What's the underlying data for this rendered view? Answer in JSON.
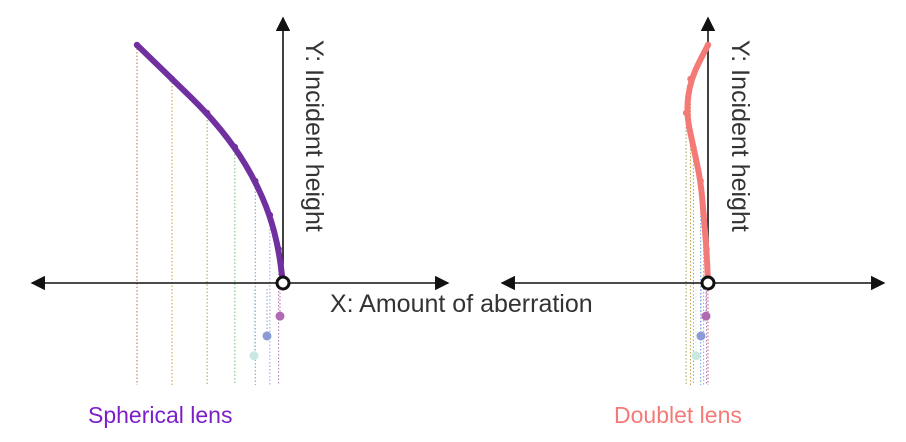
{
  "labels": {
    "x_axis": "X: Amount of aberration",
    "y_axis_left": "Y: Incident height",
    "y_axis_right": "Y: Incident height",
    "lens_left": "Spherical lens",
    "lens_right": "Doublet lens"
  },
  "colors": {
    "axis": "#111111",
    "spherical": "#7030a0",
    "doublet": "#f47a78",
    "ray_colors": [
      "#c0392b",
      "#b8860b",
      "#8a8a30",
      "#4caf50",
      "#3f8fd0",
      "#7a8fd8",
      "#a04fa8"
    ]
  },
  "diagrams": [
    {
      "lens": "Spherical lens",
      "color": "#7030a0",
      "aberration": [
        -1.0,
        -0.76,
        -0.52,
        -0.33,
        -0.19,
        -0.09,
        -0.03,
        0.0
      ],
      "focus_offsets": [
        {
          "color": "#b06ab3",
          "value": 0.55
        },
        {
          "color": "#8b9bd6",
          "value": 1.15
        },
        {
          "color": "#c9e8e2",
          "value": 1.75
        }
      ]
    },
    {
      "lens": "Doublet lens",
      "color": "#f47a78",
      "aberration": [
        0.0,
        -0.12,
        -0.15,
        -0.1,
        -0.05,
        -0.03,
        -0.01,
        0.0
      ],
      "focus_offsets": [
        {
          "color": "#b06ab3",
          "value": 0.55
        },
        {
          "color": "#8b9bd6",
          "value": 1.15
        },
        {
          "color": "#c9e8e2",
          "value": 1.75
        }
      ]
    }
  ]
}
